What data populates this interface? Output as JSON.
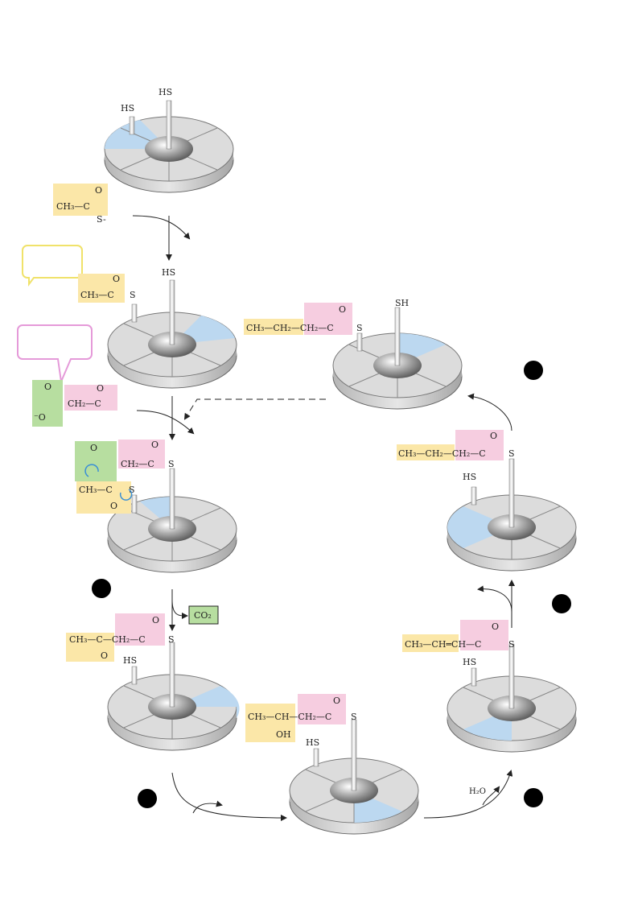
{
  "colors": {
    "yellow": "#fbe7a8",
    "pink": "#f6cde0",
    "green": "#b7dea0",
    "blue": "#bcd8f0",
    "disk_top": "#dcdcdc",
    "disk_side": "#c9c9c9",
    "step_marker": "#000000",
    "callout_yellow": "#f0e26a",
    "callout_pink": "#e59ad9"
  },
  "labels": {
    "hs": "HS",
    "sh": "SH",
    "s": "S",
    "s_minus": "S-",
    "co2": "CO₂",
    "h2o": "H₂O"
  },
  "formulas": {
    "acetyl_ch3": "CH₃—C",
    "acetyl_o": "O",
    "butyryl": "CH₃—CH₂—CH₂—C",
    "butyryl_right": "CH₃—CH₂—CH₂—C",
    "malonyl_left": "⁻O",
    "malonyl_mid": "CH₂—C",
    "condense_ch3": "CH₃—C",
    "acetoacetyl": "CH₃—C—CH₂—C",
    "hydroxy": "CH₃—CH—CH₂—C",
    "oh": "OH",
    "crotonyl": "CH₃—CH═CH—C"
  }
}
